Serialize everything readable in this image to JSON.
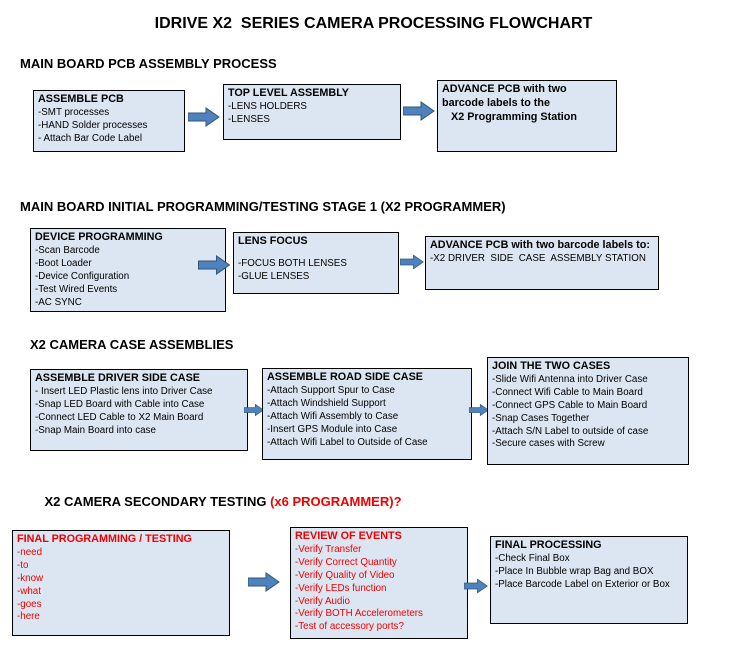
{
  "title": "IDRIVE X2  SERIES CAMERA PROCESSING FLOWCHART",
  "colors": {
    "box_fill": "#dce6f2",
    "box_border": "#000000",
    "arrow_fill": "#4f81bd",
    "arrow_outline": "#2e5779",
    "alert_text": "#f20000"
  },
  "icons": {
    "flow_arrow": "right-block-arrow"
  },
  "sections": [
    {
      "heading": "MAIN BOARD PCB ASSEMBLY PROCESS",
      "boxes": [
        {
          "title": "ASSEMBLE PCB",
          "items": [
            "-SMT processes",
            "-HAND Solder processes",
            "- Attach Bar Code Label"
          ]
        },
        {
          "title": "TOP LEVEL ASSEMBLY",
          "items": [
            "-LENS HOLDERS",
            "-LENSES"
          ]
        },
        {
          "title": "ADVANCE PCB with two\nbarcode labels to the\n   X2 Programming Station",
          "items": []
        }
      ]
    },
    {
      "heading": "MAIN BOARD INITIAL PROGRAMMING/TESTING STAGE 1 (X2 PROGRAMMER)",
      "boxes": [
        {
          "title": "DEVICE PROGRAMMING",
          "items": [
            "-Scan Barcode",
            "-Boot Loader",
            "-Device Configuration",
            "-Test Wired Events",
            "-AC SYNC"
          ]
        },
        {
          "title": "LENS FOCUS",
          "items": [
            "-FOCUS BOTH LENSES",
            "-GLUE LENSES"
          ]
        },
        {
          "title": "ADVANCE PCB with two barcode labels to:",
          "items": [
            "-X2 DRIVER  SIDE  CASE  ASSEMBLY STATION"
          ]
        }
      ]
    },
    {
      "heading": "X2 CAMERA CASE ASSEMBLIES",
      "boxes": [
        {
          "title": "ASSEMBLE DRIVER SIDE CASE",
          "items": [
            "- Insert LED Plastic lens into Driver Case",
            "-Snap LED Board with Cable into Case",
            "-Connect LED Cable to X2 Main Board",
            "-Snap Main Board into case"
          ]
        },
        {
          "title": "ASSEMBLE ROAD SIDE CASE",
          "items": [
            "-Attach Support Spur to Case",
            "-Attach Windshield Support",
            "-Attach Wifi Assembly to Case",
            "-Insert GPS Module into Case",
            "-Attach Wifi Label to Outside of Case"
          ]
        },
        {
          "title": "JOIN THE TWO CASES",
          "items": [
            "-Slide Wifi Antenna into Driver Case",
            "-Connect Wifi Cable to Main Board",
            "-Connect GPS Cable to Main Board",
            "-Snap Cases Together",
            "-Attach S/N Label to outside of case",
            "-Secure cases with Screw"
          ]
        }
      ]
    },
    {
      "heading": "X2 CAMERA SECONDARY TESTING ",
      "heading_accent": "(x6 PROGRAMMER)?",
      "boxes": [
        {
          "title": "FINAL PROGRAMMING / TESTING",
          "text_color": "red",
          "items": [
            "-need",
            "-to",
            "-know",
            "-what",
            "-goes",
            "-here"
          ]
        },
        {
          "title": "REVIEW OF EVENTS",
          "text_color": "red",
          "items": [
            "-Verify Transfer",
            "-Verify Correct Quantity",
            "-Verify Quality of Video",
            "-Verify LEDs function",
            "-Verify Audio",
            "-Verify BOTH Accelerometers",
            "-Test of accessory ports?"
          ]
        },
        {
          "title": "FINAL PROCESSING",
          "items": [
            "-Check Final Box",
            "-Place In Bubble wrap Bag and BOX",
            "-Place Barcode Label on Exterior or Box"
          ]
        }
      ]
    }
  ]
}
